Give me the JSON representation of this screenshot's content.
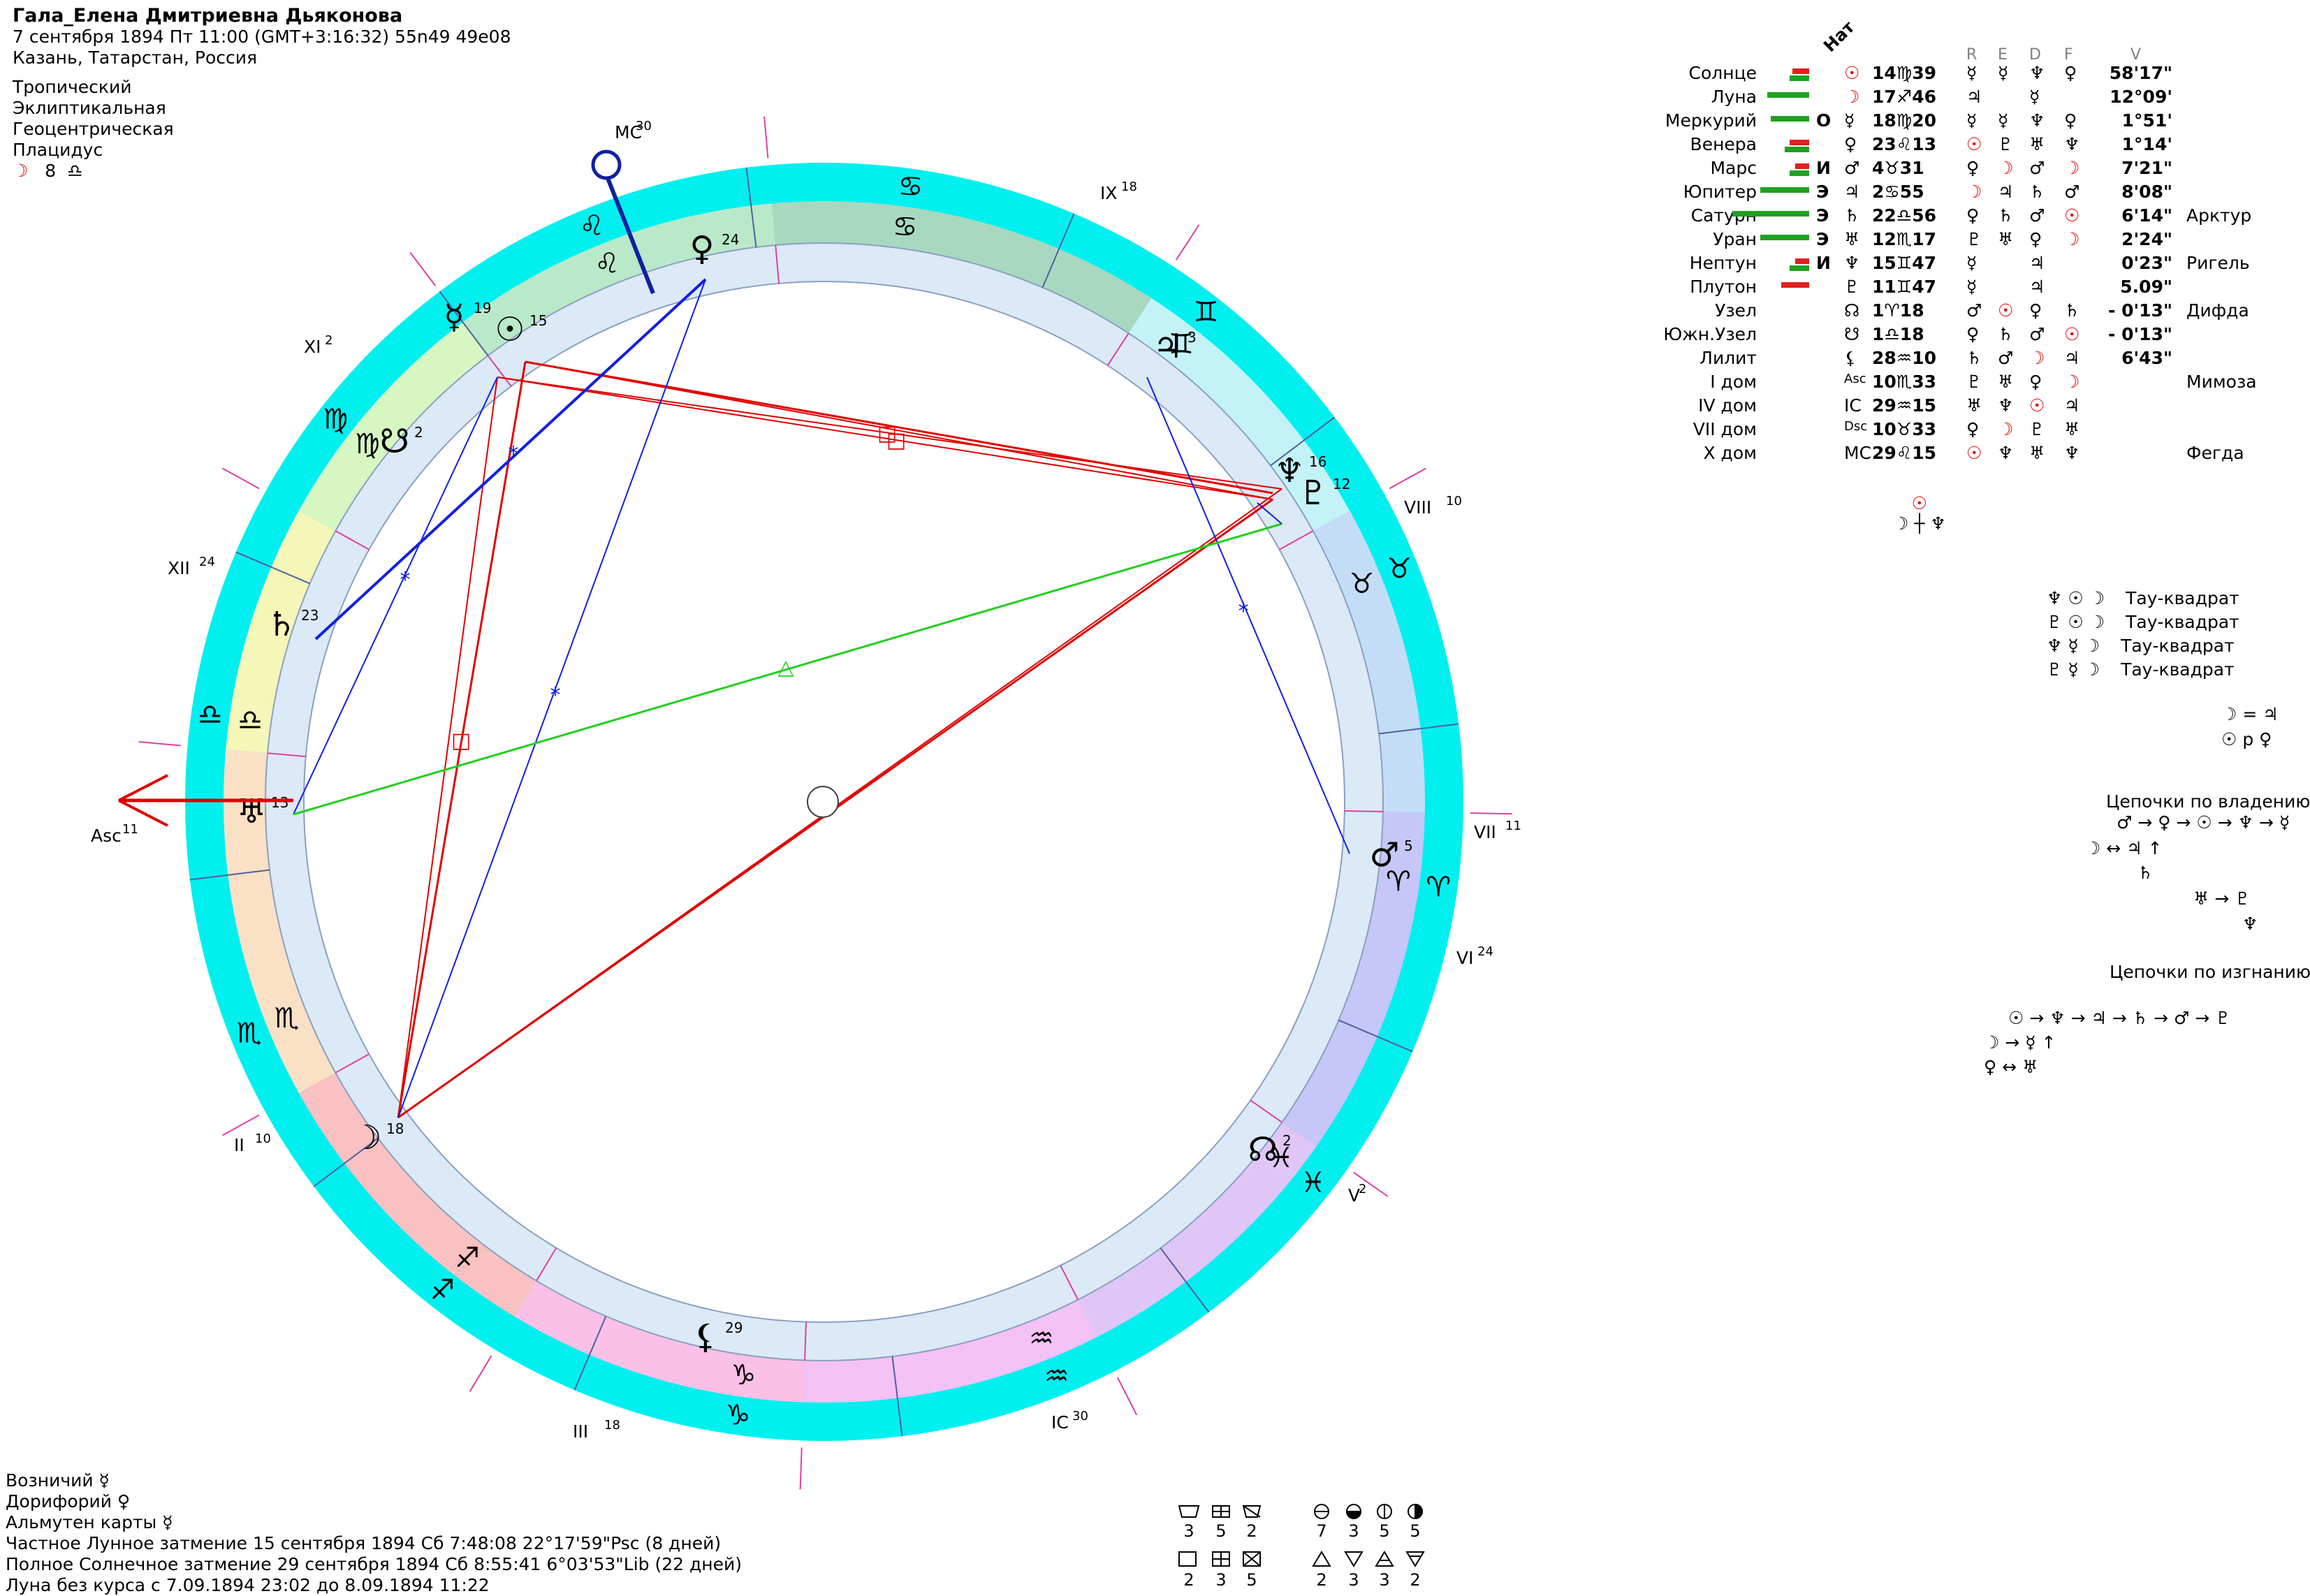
{
  "header": {
    "name": "Гала_Елена Дмитриевна Дьяконова",
    "datetime": "7 сентября 1894  Пт  11:00 (GMT+3:16:32) 55n49  49e08",
    "place": "Казань, Татарстан, Россия",
    "zodiac": "Тропический",
    "coord": "Эклиптикальная",
    "center": "Геоцентрическая",
    "houses": "Плацидус",
    "moon_day_glyph": "☽",
    "moon_day_num": "8",
    "moon_day_sign": "♎"
  },
  "wheel": {
    "signs_outer": [
      "♌",
      "♋",
      "♊",
      "♉",
      "♈",
      "♓",
      "♒",
      "♑",
      "♐",
      "♏",
      "♎",
      "♍"
    ],
    "house_labels": [
      {
        "text": "MC",
        "sup": "30"
      },
      {
        "text": "IX",
        "sup": "18"
      },
      {
        "text": "VIII",
        "sup": "10"
      },
      {
        "text": "VII",
        "sup": "11"
      },
      {
        "text": "VI",
        "sup": "24"
      },
      {
        "text": "V",
        "sup": "2"
      },
      {
        "text": "IC",
        "sup": "30"
      },
      {
        "text": "III",
        "sup": "18"
      },
      {
        "text": "II",
        "sup": "10"
      },
      {
        "text": "Asc",
        "sup": "11"
      },
      {
        "text": "XII",
        "sup": "24"
      },
      {
        "text": "XI",
        "sup": "2"
      }
    ],
    "planets": [
      {
        "glyph": "♀",
        "deg": "24"
      },
      {
        "glyph": "☉",
        "deg": "15"
      },
      {
        "glyph": "☿",
        "deg": "19"
      },
      {
        "glyph": "♃",
        "deg": "3"
      },
      {
        "glyph": "♆",
        "deg": "16"
      },
      {
        "glyph": "♇",
        "deg": "12"
      },
      {
        "glyph": "♂",
        "deg": "5"
      },
      {
        "glyph": "☊",
        "deg": "2"
      },
      {
        "glyph": "⚸",
        "deg": "29"
      },
      {
        "glyph": "☽",
        "deg": "18"
      },
      {
        "glyph": "♅",
        "deg": "13"
      },
      {
        "glyph": "♄",
        "deg": "23"
      },
      {
        "glyph": "☋",
        "deg": "2"
      }
    ],
    "aspect_glyphs": [
      "□",
      "□",
      "□",
      "*",
      "*",
      "*",
      "*",
      "△",
      "*",
      "*",
      "*"
    ]
  },
  "table": {
    "header_nat": "Нат",
    "col_heads": [
      "R",
      "E",
      "D",
      "F",
      "V"
    ],
    "rows": [
      {
        "name": "Солнце",
        "mark": "",
        "g": "☉",
        "pos": "14♍39",
        "r": "☿",
        "e": "☿",
        "d": "♆",
        "f": "♀",
        "v": "58'17\"",
        "star": ""
      },
      {
        "name": "Луна",
        "mark": "",
        "g": "☽",
        "pos": "17♐46",
        "r": "♃",
        "e": "",
        "d": "☿",
        "f": "",
        "v": "12°09'",
        "star": ""
      },
      {
        "name": "Меркурий",
        "mark": "О",
        "g": "☿",
        "pos": "18♍20",
        "r": "☿",
        "e": "☿",
        "d": "♆",
        "f": "♀",
        "v": "1°51'",
        "star": ""
      },
      {
        "name": "Венера",
        "mark": "",
        "g": "♀",
        "pos": "23♌13",
        "r": "☉",
        "e": "♇",
        "d": "♅",
        "f": "♆",
        "v": "1°14'",
        "star": ""
      },
      {
        "name": "Марс",
        "mark": "И",
        "g": "♂",
        "pos": "4♉31",
        "r": "♀",
        "e": "☽",
        "d": "♂",
        "f": "☽",
        "v": "7'21\"",
        "star": ""
      },
      {
        "name": "Юпитер",
        "mark": "Э",
        "g": "♃",
        "pos": "2♋55",
        "r": "☽",
        "e": "♃",
        "d": "♄",
        "f": "♂",
        "v": "8'08\"",
        "star": ""
      },
      {
        "name": "Сатурн",
        "mark": "Э",
        "g": "♄",
        "pos": "22♎56",
        "r": "♀",
        "e": "♄",
        "d": "♂",
        "f": "☉",
        "v": "6'14\"",
        "star": "Арктур"
      },
      {
        "name": "Уран",
        "mark": "Э",
        "g": "♅",
        "pos": "12♏17",
        "r": "♇",
        "e": "♅",
        "d": "♀",
        "f": "☽",
        "v": "2'24\"",
        "star": ""
      },
      {
        "name": "Нептун",
        "mark": "И",
        "g": "♆",
        "pos": "15♊47",
        "r": "☿",
        "e": "",
        "d": "♃",
        "f": "",
        "v": "0'23\"",
        "star": "Ригель"
      },
      {
        "name": "Плутон",
        "mark": "",
        "g": "♇",
        "pos": "11♊47",
        "r": "☿",
        "e": "",
        "d": "♃",
        "f": "",
        "v": "5.09\"",
        "star": ""
      },
      {
        "name": "Узел",
        "mark": "",
        "g": "☊",
        "pos": "1♈18",
        "r": "♂",
        "e": "☉",
        "d": "♀",
        "f": "♄",
        "v": "- 0'13\"",
        "star": "Дифда"
      },
      {
        "name": "Южн.Узел",
        "mark": "",
        "g": "☋",
        "pos": "1♎18",
        "r": "♀",
        "e": "♄",
        "d": "♂",
        "f": "☉",
        "v": "- 0'13\"",
        "star": ""
      },
      {
        "name": "Лилит",
        "mark": "",
        "g": "⚸",
        "pos": "28♒10",
        "r": "♄",
        "e": "♂",
        "d": "☽",
        "f": "♃",
        "v": "6'43\"",
        "star": ""
      },
      {
        "name": "I дом",
        "mark": "",
        "g": "Asc",
        "pos": "10♏33",
        "r": "♇",
        "e": "♅",
        "d": "♀",
        "f": "☽",
        "v": "",
        "star": "Мимоза"
      },
      {
        "name": "IV дом",
        "mark": "",
        "g": "IC",
        "pos": "29♒15",
        "r": "♅",
        "e": "♆",
        "d": "☉",
        "f": "♃",
        "v": "",
        "star": ""
      },
      {
        "name": "VII дом",
        "mark": "",
        "g": "Dsc",
        "pos": "10♉33",
        "r": "♀",
        "e": "☽",
        "d": "♇",
        "f": "♅",
        "v": "",
        "star": ""
      },
      {
        "name": "X дом",
        "mark": "",
        "g": "MC",
        "pos": "29♌15",
        "r": "☉",
        "e": "♆",
        "d": "♅",
        "f": "♆",
        "v": "",
        "star": "Фегда"
      }
    ]
  },
  "right": {
    "stack_top": "☉",
    "stack_bottom": "☽ ┼ ♆",
    "tau": [
      {
        "glyphs": "♆ ☉ ☽",
        "label": "Тау-квадрат"
      },
      {
        "glyphs": "♇ ☉ ☽",
        "label": "Тау-квадрат"
      },
      {
        "glyphs": "♆ ☿ ☽",
        "label": "Тау-квадрат"
      },
      {
        "glyphs": "♇ ☿ ☽",
        "label": "Тау-квадрат"
      }
    ],
    "rel1": "☽ = ♃",
    "rel2": "☉ p ♀",
    "chains_own_title": "Цепочки по владению",
    "chains_own": [
      "♂ → ♀ → ☉ → ♆ → ☿",
      "☽ ↔ ♃ ↑",
      "♄",
      "♅ → ♇",
      "♆"
    ],
    "chains_exile_title": "Цепочки по изгнанию",
    "chains_exile": [
      "☉ → ♆ → ♃ → ♄ → ♂ → ♇",
      "☽ → ☿ ↑",
      "♀ ↔ ♅"
    ]
  },
  "bottom": {
    "lines": [
      "Возничий ☿",
      "Дорифорий ♀",
      "Альмутен карты ☿",
      "Частное Лунное затмение 15 сентября 1894 Сб  7:48:08 22°17'59\"Psc (8 дней)",
      "Полное Солнечное затмение 29 сентября 1894 Сб  8:55:41  6°03'53\"Lib (22 дней)",
      "Луна без курса с 7.09.1894 23:02 до 8.09.1894 11:22"
    ],
    "modes_top": [
      "3",
      "5",
      "2",
      "7",
      "3",
      "5",
      "5"
    ],
    "modes_bottom": [
      "2",
      "3",
      "5",
      "2",
      "3",
      "3",
      "2"
    ]
  }
}
